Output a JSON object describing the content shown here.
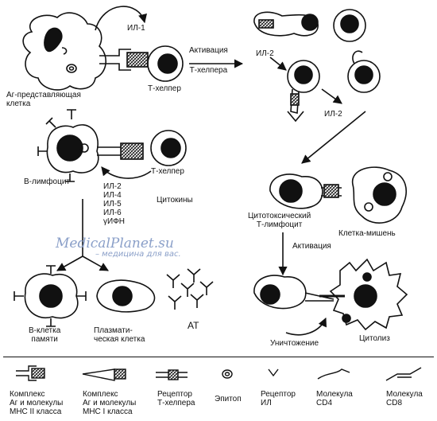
{
  "watermark": {
    "site": "MedicalPlanet.su",
    "tagline": "– медицина для вас."
  },
  "labels": {
    "il1": "ИЛ-1",
    "apc": [
      "Аг-представляющая",
      "клетка"
    ],
    "th1": "Т-хелпер",
    "activation_th": [
      "Активация",
      "Т-хелпера"
    ],
    "il2_a": "ИЛ-2",
    "il2_b": "ИЛ-2",
    "th2": "Т-хелпер",
    "b_lymph": "В-лимфоцит",
    "cytokine_list": [
      "ИЛ-2",
      "ИЛ-4",
      "ИЛ-5",
      "ИЛ-6",
      "γИФН"
    ],
    "cytokines": "Цитокины",
    "ctl": [
      "Цитотоксический",
      "Т-лимфоцит"
    ],
    "target": "Клетка-мишень",
    "activation2": "Активация",
    "mem_b": [
      "В-клетка",
      "памяти"
    ],
    "plasma": [
      "Плазмати-",
      "ческая клетка"
    ],
    "at": "АТ",
    "destruction": "Уничтожение",
    "cytolysis": "Цитолиз"
  },
  "legend": [
    {
      "lines": [
        "Комплекс",
        "Аг и молекулы",
        "МНС II класса"
      ]
    },
    {
      "lines": [
        "Комплекс",
        "Аг и молекулы",
        "МНС I класса"
      ]
    },
    {
      "lines": [
        "Рецептор",
        "Т-хелпера"
      ]
    },
    {
      "lines": [
        "Эпитоп"
      ]
    },
    {
      "lines": [
        "Рецептор",
        "ИЛ"
      ]
    },
    {
      "lines": [
        "Молекула",
        "CD4"
      ]
    },
    {
      "lines": [
        "Молекула",
        "CD8"
      ]
    }
  ]
}
